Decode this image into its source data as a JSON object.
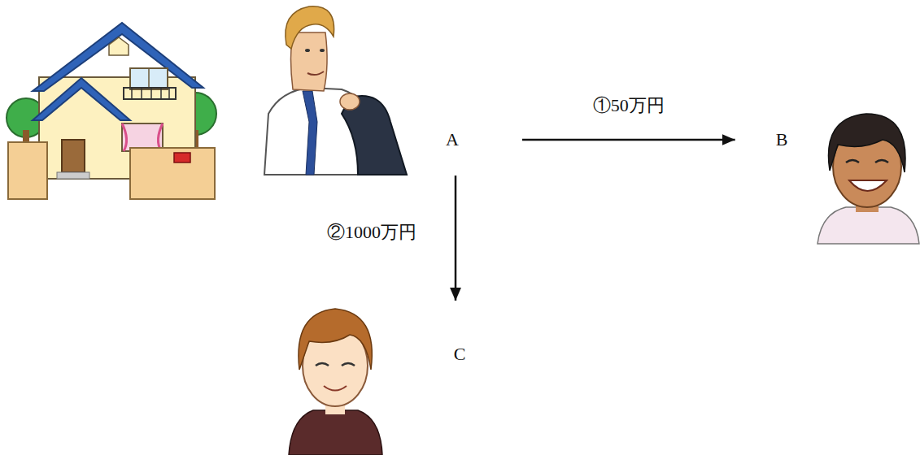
{
  "diagram": {
    "nodes": [
      {
        "text": [
          "A"
        ]
      },
      {
        "text": [
          "B"
        ]
      },
      {
        "text": [
          "C"
        ]
      }
    ],
    "edges": [
      {
        "from": 0,
        "to": 1,
        "arrow": "to",
        "label": "①50万円"
      },
      {
        "from": 0,
        "to": 2,
        "arrow": "to",
        "label": "②1000万円"
      }
    ]
  }
}
